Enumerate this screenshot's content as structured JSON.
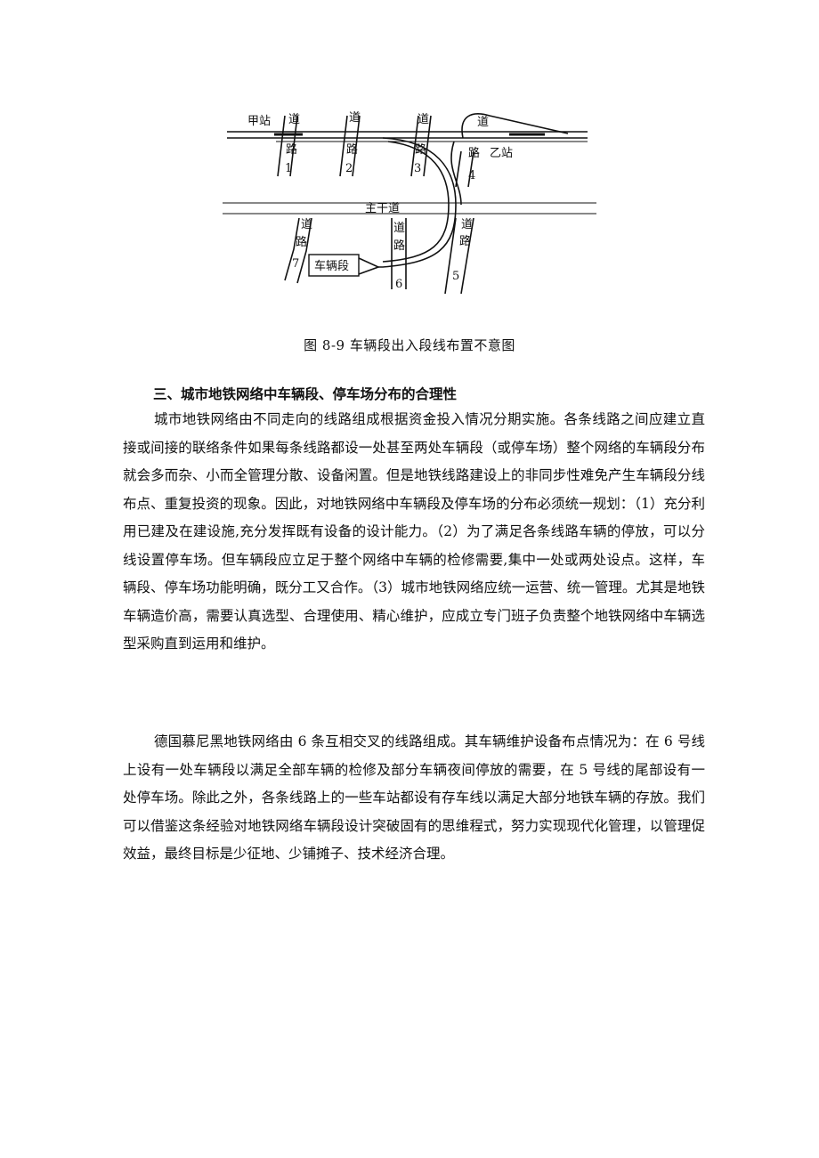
{
  "figure": {
    "labels": {
      "station_a": "甲站",
      "station_b": "乙站",
      "main_road": "主干道",
      "depot": "车辆段",
      "road_1": [
        "道",
        "路",
        "1"
      ],
      "road_2": [
        "道",
        "路",
        "2"
      ],
      "road_3": [
        "道",
        "路",
        "3"
      ],
      "road_4": [
        "道",
        "路",
        "4"
      ],
      "road_5": [
        "道",
        "路",
        "5"
      ],
      "road_6": [
        "道",
        "路",
        "6"
      ],
      "road_7": [
        "道",
        "路",
        "7"
      ]
    },
    "caption": "图 8-9 车辆段出入段线布置不意图"
  },
  "section": {
    "heading": "三、城市地铁网络中车辆段、停车场分布的合理性",
    "paragraphs": [
      "城市地铁网络由不同走向的线路组成根据资金投入情况分期实施。各条线路之间应建立直接或间接的联络条件如果每条线路都设一处甚至两处车辆段（或停车场）整个网络的车辆段分布就会多而杂、小而全管理分散、设备闲置。但是地铁线路建设上的非同步性难免产生车辆段分线布点、重复投资的现象。因此，对地铁网络中车辆段及停车场的分布必须统一规划：（1）充分利用已建及在建设施,充分发挥既有设备的设计能力。（2）为了满足各条线路车辆的停放，可以分线设置停车场。但车辆段应立足于整个网络中车辆的检修需要,集中一处或两处设点。这样，车辆段、停车场功能明确，既分工又合作。（3）城市地铁网络应统一运营、统一管理。尤其是地铁车辆造价高，需要认真选型、合理使用、精心维护，应成立专门班子负责整个地铁网络中车辆选型采购直到运用和维护。",
      "德国慕尼黑地铁网络由 6 条互相交叉的线路组成。其车辆维护设备布点情况为：在 6 号线上设有一处车辆段以满足全部车辆的检修及部分车辆夜间停放的需要，在 5 号线的尾部设有一处停车场。除此之外，各条线路上的一些车站都设有存车线以满足大部分地铁车辆的存放。我们可以借鉴这条经验对地铁网络车辆段设计突破固有的思维程式，努力实现现代化管理，以管理促效益，最终目标是少征地、少铺摊子、技术经济合理。"
    ]
  }
}
